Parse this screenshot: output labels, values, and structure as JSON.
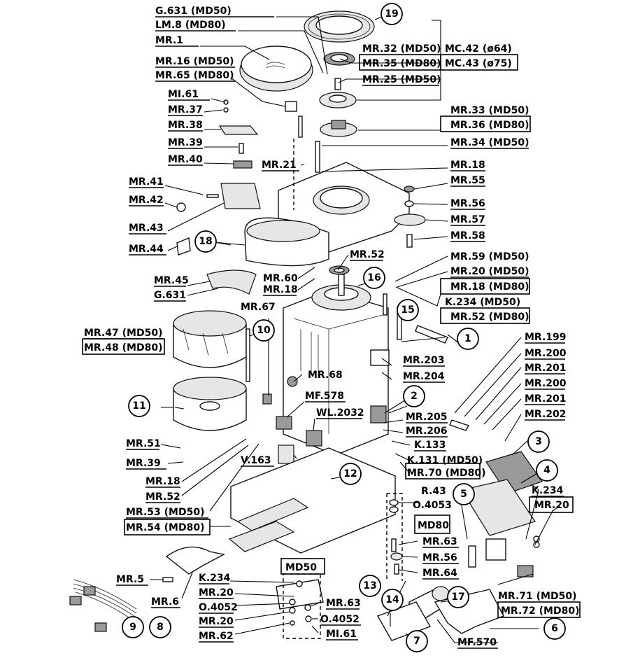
{
  "labels": [
    {
      "id": "g631-md50",
      "text": "G.631 (MD50)"
    },
    {
      "id": "lm8-md80",
      "text": "LM.8 (MD80)"
    },
    {
      "id": "mr1",
      "text": "MR.1"
    },
    {
      "id": "mr16-md50",
      "text": "MR.16 (MD50)"
    },
    {
      "id": "mr65-md80",
      "text": "MR.65 (MD80)"
    },
    {
      "id": "mi61-top",
      "text": "MI.61"
    },
    {
      "id": "mr37",
      "text": "MR.37"
    },
    {
      "id": "mr38",
      "text": "MR.38"
    },
    {
      "id": "mr39-top",
      "text": "MR.39"
    },
    {
      "id": "mr40",
      "text": "MR.40"
    },
    {
      "id": "mr21",
      "text": "MR.21"
    },
    {
      "id": "mr41",
      "text": "MR.41"
    },
    {
      "id": "mr42",
      "text": "MR.42"
    },
    {
      "id": "mr43",
      "text": "MR.43"
    },
    {
      "id": "mr44",
      "text": "MR.44"
    },
    {
      "id": "mr45",
      "text": "MR.45"
    },
    {
      "id": "g631",
      "text": "G.631"
    },
    {
      "id": "mr67",
      "text": "MR.67"
    },
    {
      "id": "mr47-md50",
      "text": "MR.47 (MD50)"
    },
    {
      "id": "mr48-md80",
      "text": "MR.48 (MD80)"
    },
    {
      "id": "mr51",
      "text": "MR.51"
    },
    {
      "id": "mr39-low",
      "text": "MR.39"
    },
    {
      "id": "mr18-low",
      "text": "MR.18"
    },
    {
      "id": "mr52-low",
      "text": "MR.52"
    },
    {
      "id": "mr53-md50",
      "text": "MR.53 (MD50)"
    },
    {
      "id": "mr54-md80",
      "text": "MR.54 (MD80)"
    },
    {
      "id": "mr5",
      "text": "MR.5"
    },
    {
      "id": "mr6",
      "text": "MR.6"
    },
    {
      "id": "k234-bot",
      "text": "K.234"
    },
    {
      "id": "mr20-bot1",
      "text": "MR.20"
    },
    {
      "id": "o4052-left",
      "text": "O.4052"
    },
    {
      "id": "mr20-bot2",
      "text": "MR.20"
    },
    {
      "id": "mr62",
      "text": "MR.62"
    },
    {
      "id": "md50-box",
      "text": "MD50"
    },
    {
      "id": "mr63-bot",
      "text": "MR.63"
    },
    {
      "id": "o4052-right",
      "text": "O.4052"
    },
    {
      "id": "mi61-bot",
      "text": "MI.61"
    },
    {
      "id": "mc42",
      "text": "MC.42 (ø64)"
    },
    {
      "id": "mc43",
      "text": "MC.43 (ø75)"
    },
    {
      "id": "mr32-md50",
      "text": "MR.32 (MD50)"
    },
    {
      "id": "mr35-md80",
      "text": "MR.35 (MD80)"
    },
    {
      "id": "mr25-md50",
      "text": "MR.25 (MD50)"
    },
    {
      "id": "mr33-md50",
      "text": "MR.33 (MD50)"
    },
    {
      "id": "mr36-md80",
      "text": "MR.36 (MD80)"
    },
    {
      "id": "mr34-md50",
      "text": "MR.34 (MD50)"
    },
    {
      "id": "mr18-top",
      "text": "MR.18"
    },
    {
      "id": "mr55",
      "text": "MR.55"
    },
    {
      "id": "mr56-top",
      "text": "MR.56"
    },
    {
      "id": "mr57",
      "text": "MR.57"
    },
    {
      "id": "mr58",
      "text": "MR.58"
    },
    {
      "id": "mr52-mid",
      "text": "MR.52"
    },
    {
      "id": "mr59-md50",
      "text": "MR.59 (MD50)"
    },
    {
      "id": "mr20-md50",
      "text": "MR.20 (MD50)"
    },
    {
      "id": "mr18-md80",
      "text": "MR.18 (MD80)"
    },
    {
      "id": "k234-md50",
      "text": "K.234  (MD50)"
    },
    {
      "id": "mr52-md80",
      "text": "MR.52 (MD80)"
    },
    {
      "id": "mr60",
      "text": "MR.60"
    },
    {
      "id": "mr18-mid",
      "text": "MR.18"
    },
    {
      "id": "mr68",
      "text": "MR.68"
    },
    {
      "id": "mf578",
      "text": "MF.578"
    },
    {
      "id": "wl2032",
      "text": "WL.2032"
    },
    {
      "id": "v163",
      "text": "V.163"
    },
    {
      "id": "mr203",
      "text": "MR.203"
    },
    {
      "id": "mr204",
      "text": "MR.204"
    },
    {
      "id": "mr205",
      "text": "MR.205"
    },
    {
      "id": "mr206",
      "text": "MR.206"
    },
    {
      "id": "k133",
      "text": "K.133"
    },
    {
      "id": "k131-md50",
      "text": "K.131 (MD50)"
    },
    {
      "id": "mr70-md80",
      "text": "MR.70 (MD80)"
    },
    {
      "id": "r43",
      "text": "R.43"
    },
    {
      "id": "o4053",
      "text": "O.4053"
    },
    {
      "id": "md80-box",
      "text": "MD80"
    },
    {
      "id": "mr63-right",
      "text": "MR.63"
    },
    {
      "id": "mr56-right",
      "text": "MR.56"
    },
    {
      "id": "mr64",
      "text": "MR.64"
    },
    {
      "id": "mr199",
      "text": "MR.199"
    },
    {
      "id": "mr200-a",
      "text": "MR.200"
    },
    {
      "id": "mr201-a",
      "text": "MR.201"
    },
    {
      "id": "mr200-b",
      "text": "MR.200"
    },
    {
      "id": "mr201-b",
      "text": "MR.201"
    },
    {
      "id": "mr202",
      "text": "MR.202"
    },
    {
      "id": "k234-right",
      "text": "K.234"
    },
    {
      "id": "mr20-right",
      "text": "MR.20"
    },
    {
      "id": "mr71-md50",
      "text": "MR.71 (MD50)"
    },
    {
      "id": "mr72-md80",
      "text": "MR.72 (MD80)"
    },
    {
      "id": "mf570",
      "text": "MF.570"
    }
  ],
  "callouts": [
    "1",
    "2",
    "3",
    "4",
    "5",
    "6",
    "7",
    "8",
    "9",
    "10",
    "11",
    "12",
    "13",
    "14",
    "15",
    "16",
    "17",
    "18",
    "19"
  ]
}
